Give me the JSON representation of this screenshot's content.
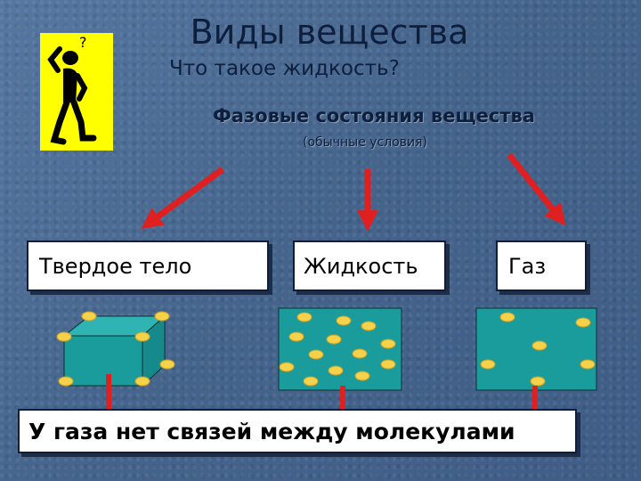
{
  "header": {
    "title": "Виды вещества",
    "subtitle": "Что такое жидкость?"
  },
  "diagram": {
    "heading": "Фазовые состояния вещества",
    "conditions": "(обычные условия)",
    "states": [
      {
        "label": "Твердое тело"
      },
      {
        "label": "Жидкость"
      },
      {
        "label": "Газ"
      }
    ],
    "footer": "У газа нет связей между молекулами"
  },
  "colors": {
    "background": "#4a6a92",
    "box_fill": "#ffffff",
    "container_fill": "#1a9c9c",
    "molecule_fill": "#f5d24a",
    "arrow": "#e02020",
    "thinker_bg": "#ffff00"
  },
  "icons": [
    "thinking-man-icon"
  ]
}
